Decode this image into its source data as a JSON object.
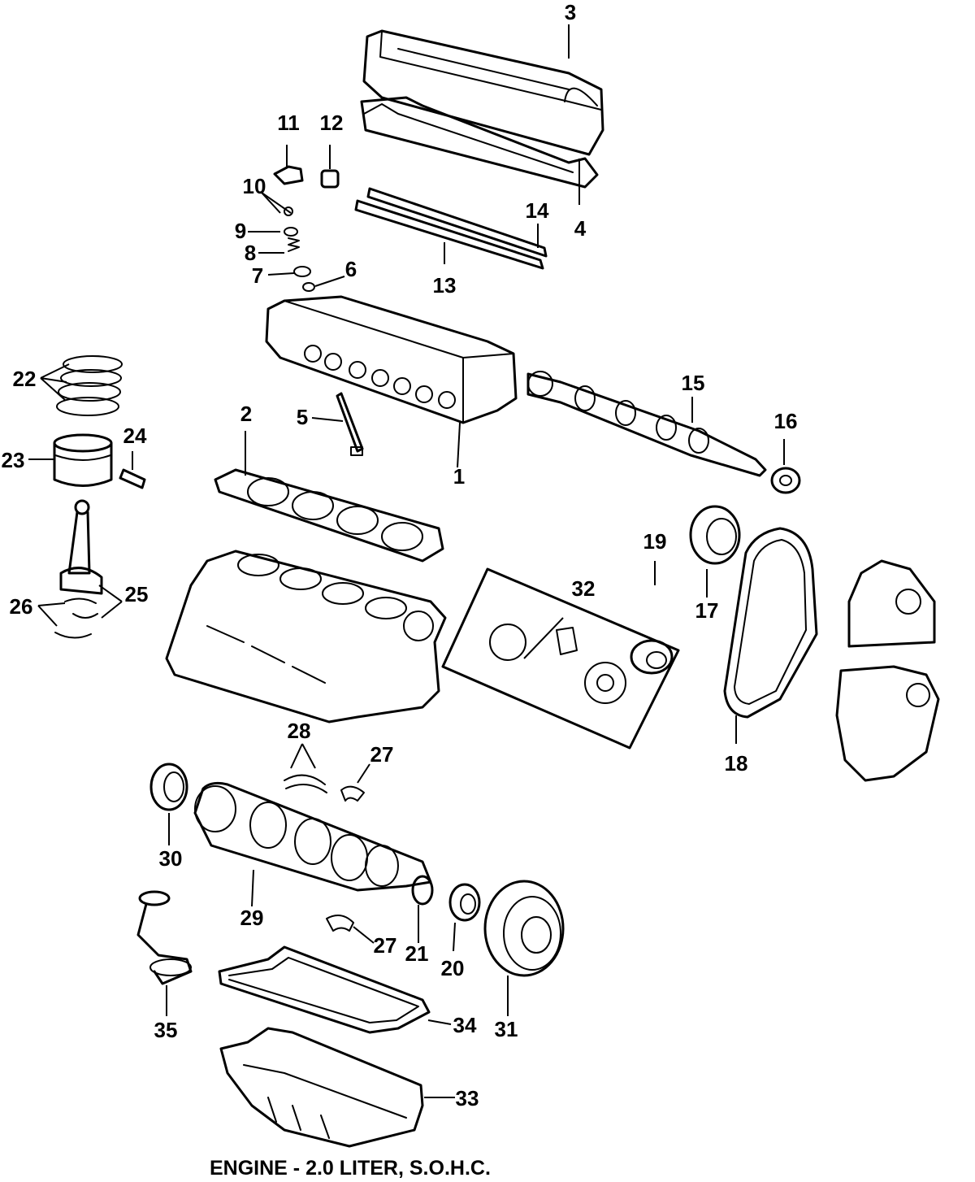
{
  "caption": "ENGINE - 2.0 LITER, S.O.H.C.",
  "callouts": [
    {
      "id": "1",
      "label": "1"
    },
    {
      "id": "2",
      "label": "2"
    },
    {
      "id": "3",
      "label": "3"
    },
    {
      "id": "4",
      "label": "4"
    },
    {
      "id": "5",
      "label": "5"
    },
    {
      "id": "6",
      "label": "6"
    },
    {
      "id": "7",
      "label": "7"
    },
    {
      "id": "8",
      "label": "8"
    },
    {
      "id": "9",
      "label": "9"
    },
    {
      "id": "10",
      "label": "10"
    },
    {
      "id": "11",
      "label": "11"
    },
    {
      "id": "12",
      "label": "12"
    },
    {
      "id": "13",
      "label": "13"
    },
    {
      "id": "14",
      "label": "14"
    },
    {
      "id": "15",
      "label": "15"
    },
    {
      "id": "16",
      "label": "16"
    },
    {
      "id": "17",
      "label": "17"
    },
    {
      "id": "18",
      "label": "18"
    },
    {
      "id": "19",
      "label": "19"
    },
    {
      "id": "20",
      "label": "20"
    },
    {
      "id": "21",
      "label": "21"
    },
    {
      "id": "22",
      "label": "22"
    },
    {
      "id": "23",
      "label": "23"
    },
    {
      "id": "24",
      "label": "24"
    },
    {
      "id": "25",
      "label": "25"
    },
    {
      "id": "26",
      "label": "26"
    },
    {
      "id": "27a",
      "label": "27"
    },
    {
      "id": "27b",
      "label": "27"
    },
    {
      "id": "28",
      "label": "28"
    },
    {
      "id": "29",
      "label": "29"
    },
    {
      "id": "30",
      "label": "30"
    },
    {
      "id": "31",
      "label": "31"
    },
    {
      "id": "32",
      "label": "32"
    },
    {
      "id": "33",
      "label": "33"
    },
    {
      "id": "34",
      "label": "34"
    },
    {
      "id": "35",
      "label": "35"
    }
  ]
}
